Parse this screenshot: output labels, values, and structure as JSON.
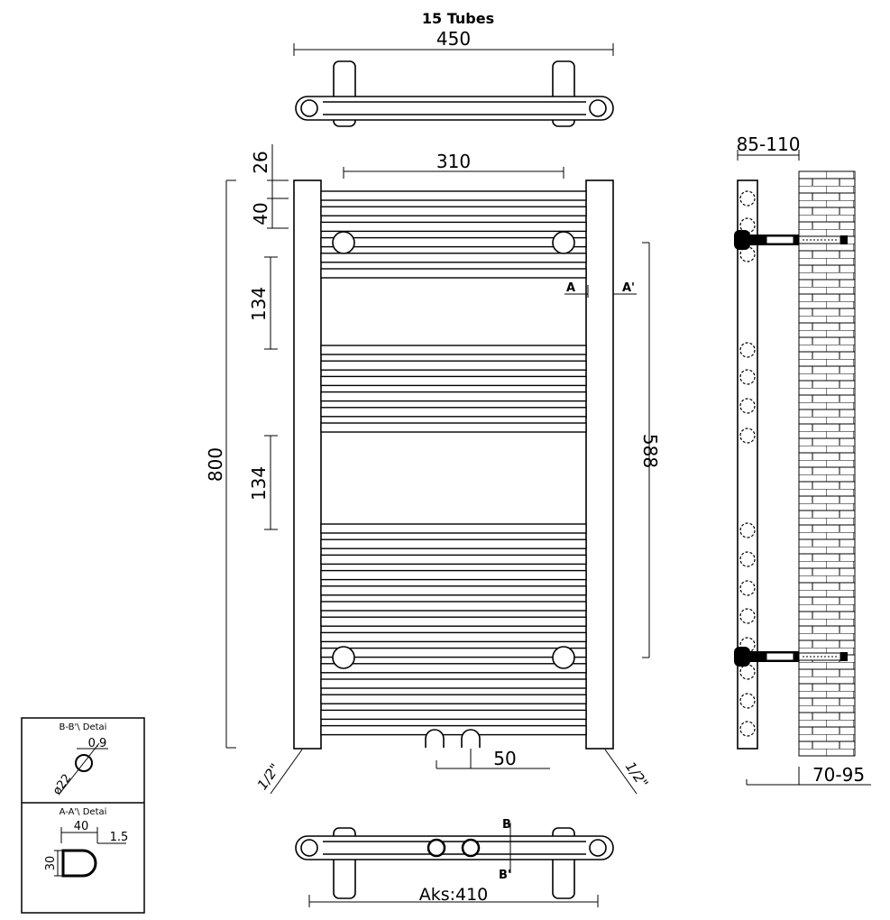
{
  "title": "15 Tubes",
  "top_view": {
    "width": "450"
  },
  "front_view": {
    "dim_310": "310",
    "dim_26": "26",
    "dim_40": "40",
    "dim_134_top": "134",
    "dim_134_bottom": "134",
    "dim_800": "800",
    "dim_588": "588",
    "dim_50": "50",
    "thread_left": "1/2\"",
    "thread_right": "1/2\"",
    "section_a": "A",
    "section_a_prime": "A'"
  },
  "side_view": {
    "top_dim": "85-110",
    "bottom_dim": "70-95"
  },
  "bottom_view": {
    "axis": "Aks:410",
    "section_b": "B",
    "section_b_prime": "B'"
  },
  "detail_bb": {
    "title": "B-B'\\ Detai",
    "wall": "0.9",
    "diameter": "ø22"
  },
  "detail_aa": {
    "title": "A-A'\\ Detai",
    "width": "40",
    "wall": "1.5",
    "height": "30"
  }
}
